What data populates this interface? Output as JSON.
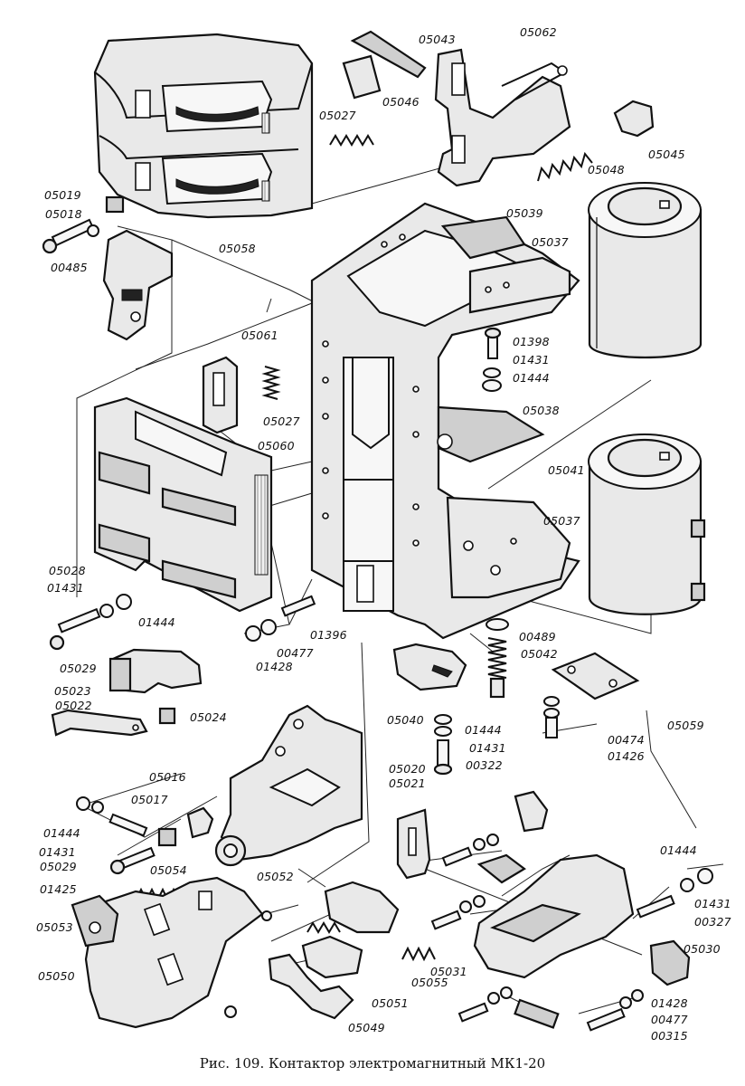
{
  "caption": "Рис. 109. Контактор электромагнитный МК1-20",
  "labels": {
    "l05043": "05043",
    "l05062": "05062",
    "l05046": "05046",
    "l05027a": "05027",
    "l05045": "05045",
    "l05048": "05048",
    "l05019": "05019",
    "l05018": "05018",
    "l00485": "00485",
    "l05058": "05058",
    "l05039": "05039",
    "l05037a": "05037",
    "l01398": "01398",
    "l01431a": "01431",
    "l01444a": "01444",
    "l05061": "05061",
    "l05027b": "05027",
    "l05038": "05038",
    "l05060": "05060",
    "l05041": "05041",
    "l05037b": "05037",
    "l05028": "05028",
    "l01431b": "01431",
    "l01444b": "01444",
    "l01396": "01396",
    "l00477a": "00477",
    "l01428a": "01428",
    "l05029a": "05029",
    "l00489": "00489",
    "l05042": "05042",
    "l05023": "05023",
    "l05022": "05022",
    "l05024": "05024",
    "l05040": "05040",
    "l01444c": "01444",
    "l01431c": "01431",
    "l00322": "00322",
    "l00474": "00474",
    "l01426": "01426",
    "l05059": "05059",
    "l05016": "05016",
    "l05017": "05017",
    "l05020": "05020",
    "l05021": "05021",
    "l01444d": "01444",
    "l01431d": "01431",
    "l05029b": "05029",
    "l01425": "01425",
    "l05054": "05054",
    "l05052": "05052",
    "l01444e": "01444",
    "l01431e": "01431",
    "l00327": "00327",
    "l05053": "05053",
    "l05050": "05050",
    "l05051": "05051",
    "l05055": "05055",
    "l05031": "05031",
    "l05030": "05030",
    "l05049": "05049",
    "l01428b": "01428",
    "l00477b": "00477",
    "l00315": "00315"
  }
}
